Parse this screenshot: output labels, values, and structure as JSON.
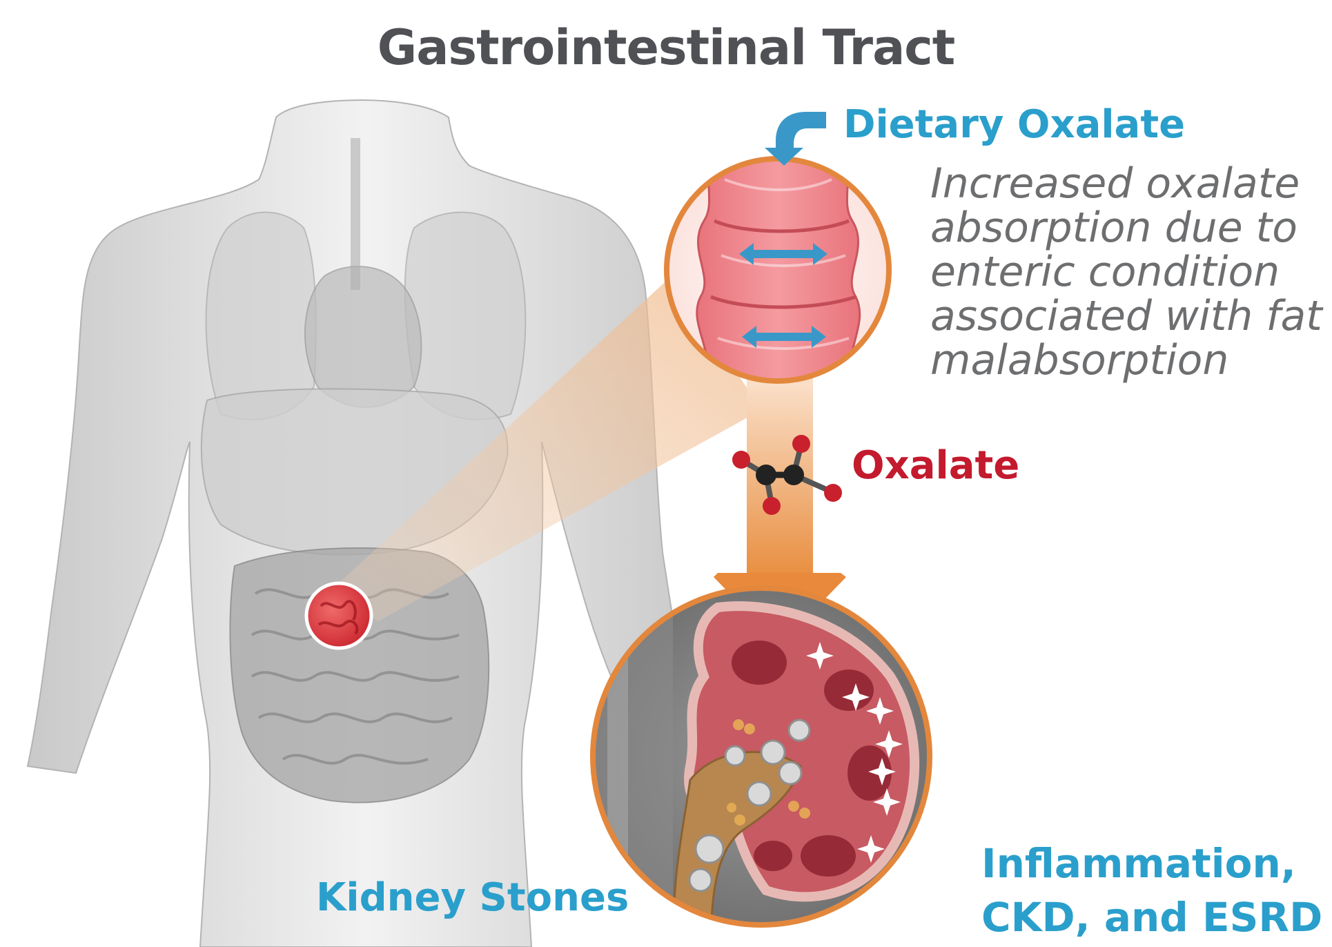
{
  "title": "Gastrointestinal Tract",
  "dietary_label": "Dietary Oxalate",
  "note_lines": [
    "Increased oxalate",
    "absorption due to",
    "enteric condition",
    "associated with fat",
    "malabsorption"
  ],
  "oxalate_label": "Oxalate",
  "kidney_stones_label": "Kidney Stones",
  "disease_lines": [
    "Inflammation,",
    "CKD, and ESRD"
  ],
  "colors": {
    "title_gray": "#4f5155",
    "accent_blue": "#2a9fcc",
    "oxalate_red": "#c31a2e",
    "ring_orange": "#e3873d",
    "note_gray": "#6d6e70"
  },
  "icons": [
    "curved-down-arrow-icon",
    "double-headed-arrow-icon",
    "oxalate-molecule-icon",
    "sparkle-icon"
  ]
}
